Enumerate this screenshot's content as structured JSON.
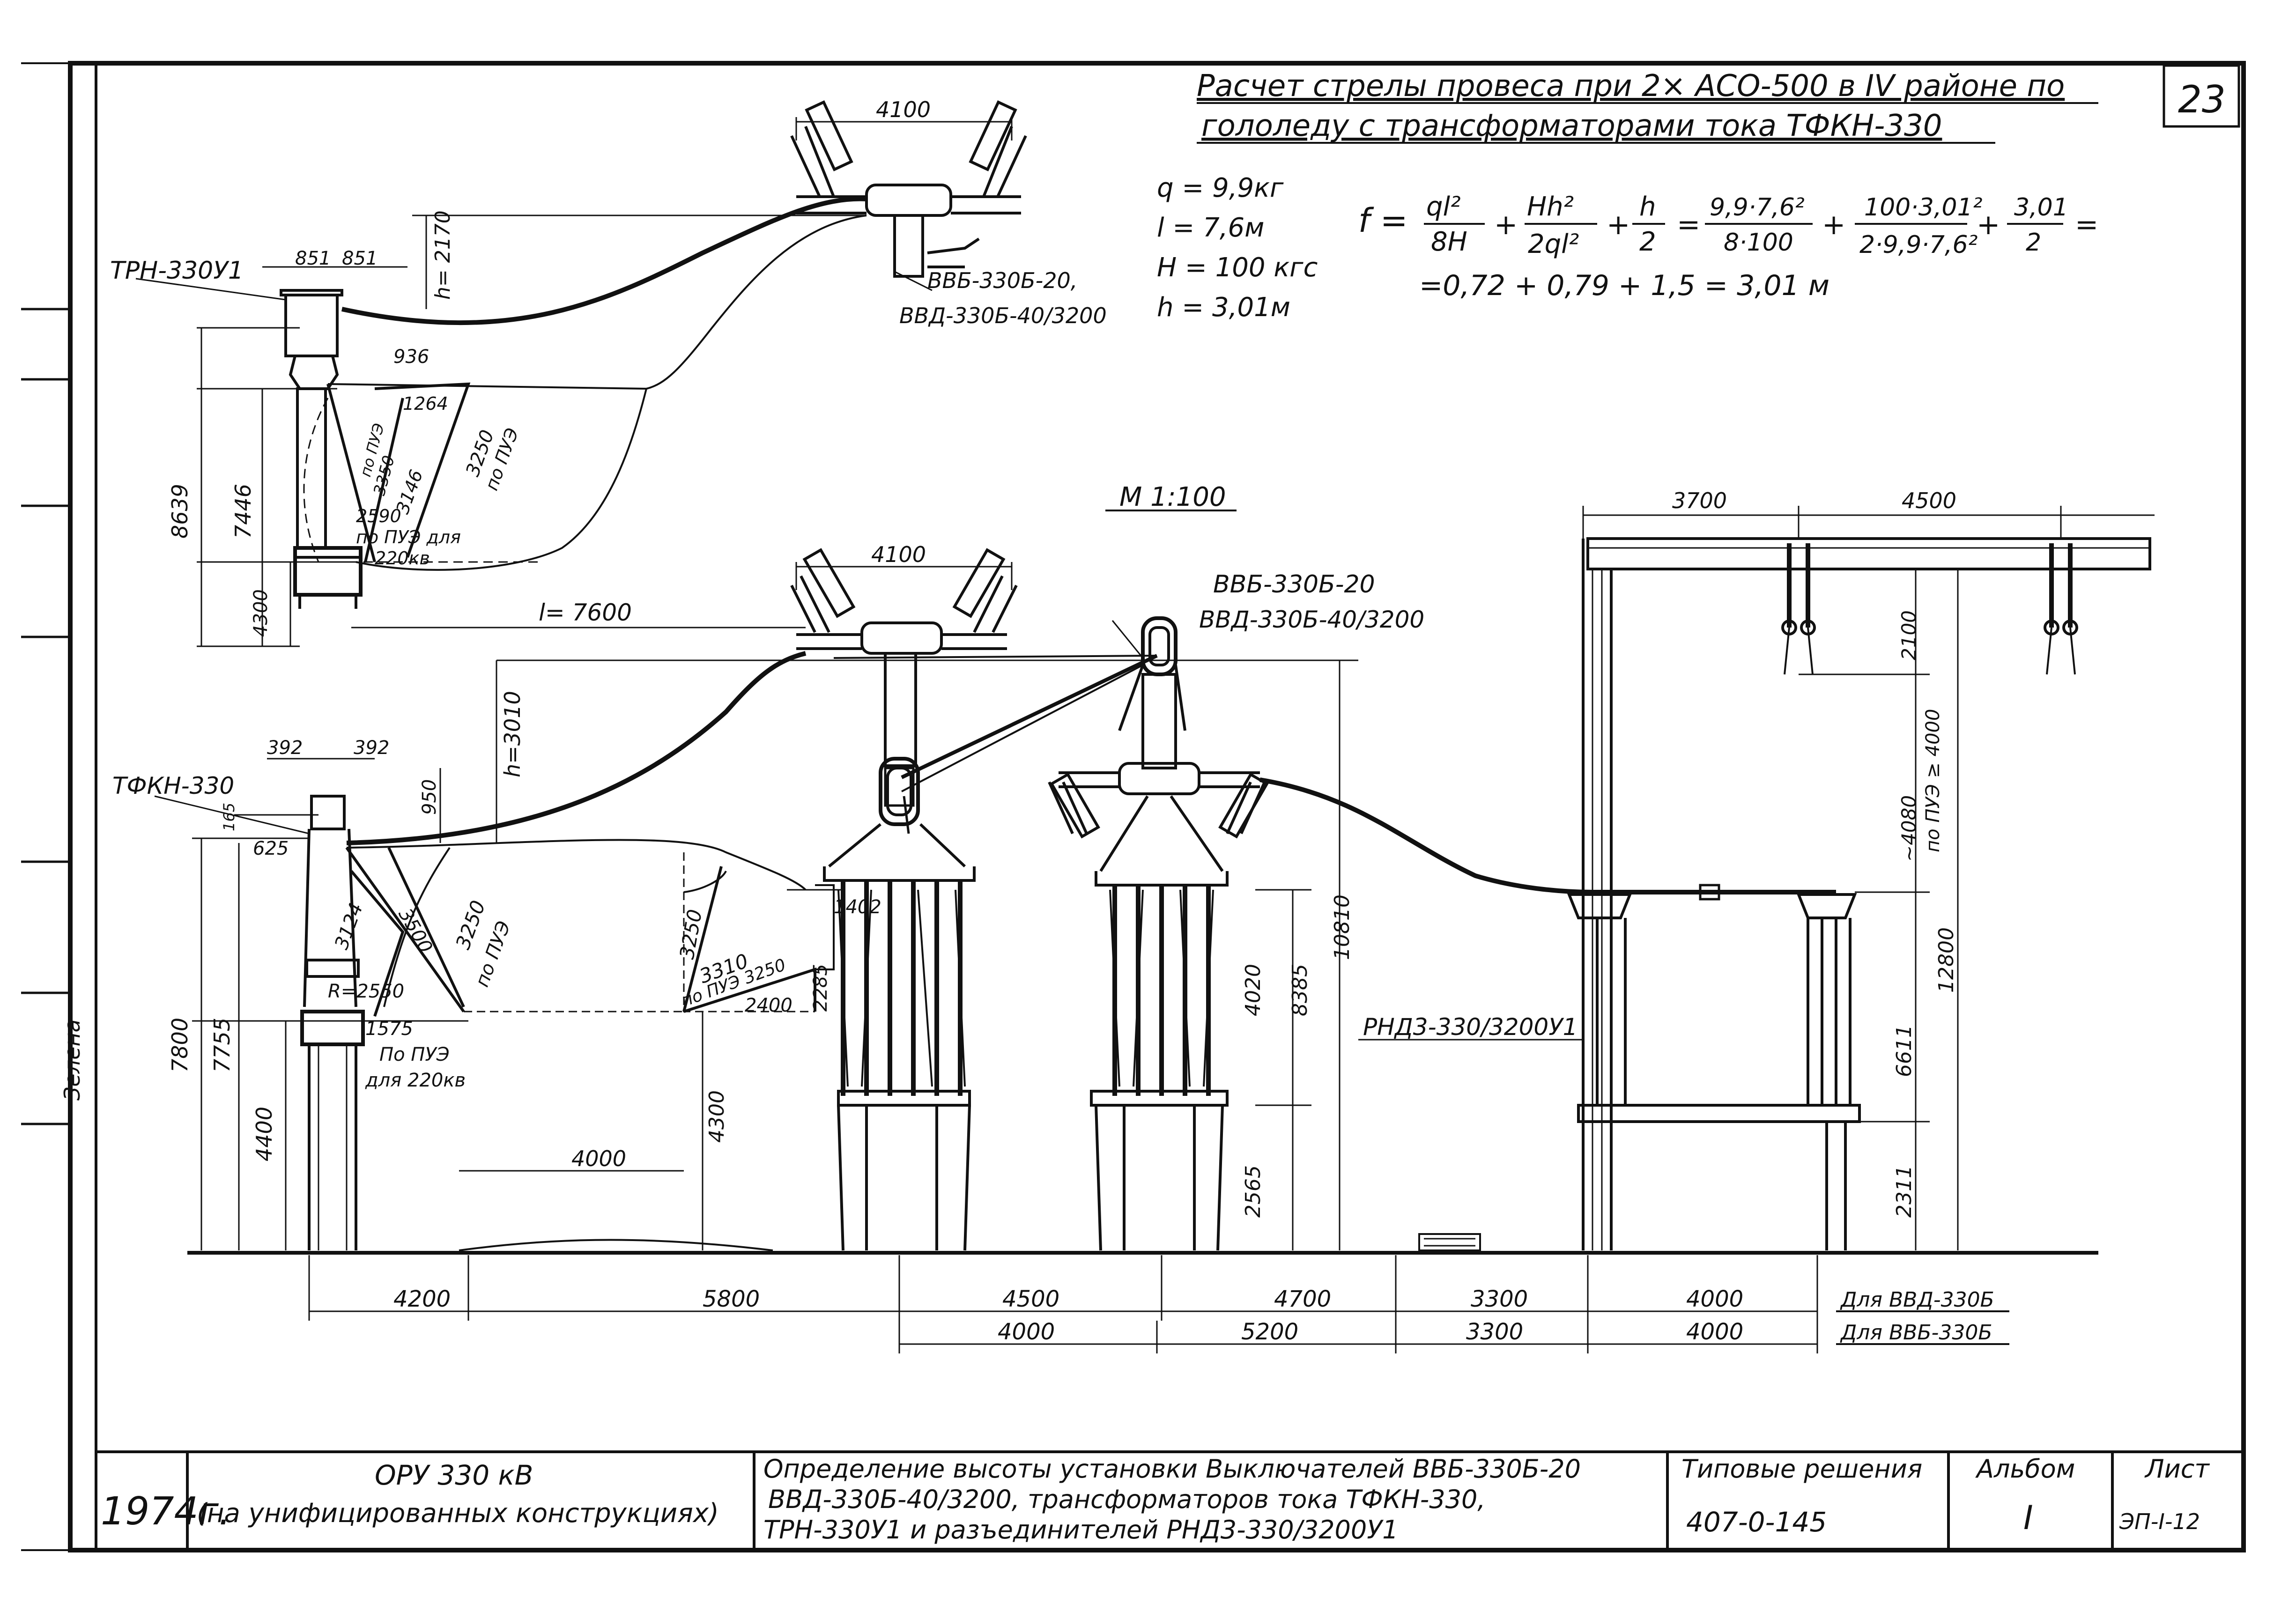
{
  "sheet_number": "23",
  "header": {
    "title_line1": "Расчет стрелы провеса при 2× АСО-500 в IV районе по",
    "title_line2": "гололеду с трансформаторами тока ТФКН-330"
  },
  "calc": {
    "q": "q = 9,9кг",
    "l": "l = 7,6м",
    "H": "H = 100 кгс",
    "h": "h = 3,01м",
    "formula_lhs": "f =",
    "t1_num": "ql²",
    "t1_den": "8H",
    "t2_num": "Hh²",
    "t2_den": "2ql²",
    "t3_num": "h",
    "t3_den": "2",
    "t4_num": "9,9·7,6²",
    "t4_den": "8·100",
    "t5_num": "100·3,01²",
    "t5_den": "2·9,9·7,6²",
    "t6_num": "3,01",
    "t6_den": "2",
    "result": "=0,72 + 0,79 + 1,5 = 3,01 м"
  },
  "scale": "М 1:100",
  "detail_top": {
    "dim_4100": "4100",
    "h_2170": "h= 2170",
    "label_trn": "ТРН-330У1",
    "d_851a": "851",
    "d_851b": "851",
    "breaker_1": "ВВБ-330Б-20,",
    "breaker_2": "ВВД-330Б-40/3200",
    "d_936": "936",
    "d_1264": "1264",
    "d_3146": "3146",
    "d_3250": "3250",
    "d_3350": "3350",
    "po_pue": "по ПУЭ",
    "po_pue_dlya": "по ПУЭ для",
    "d_2590": "2590",
    "kv220": "220кв",
    "d_8639": "8639",
    "d_7446": "7446",
    "d_4300": "4300"
  },
  "main": {
    "l_7600": "l= 7600",
    "h_3010": "h=3010",
    "dim_4100": "4100",
    "breaker_1": "ВВБ-330Б-20",
    "breaker_2": "ВВД-330Б-40/3200",
    "label_tfkn": "ТФКН-330",
    "d_392a": "392",
    "d_392b": "392",
    "d_950": "950",
    "d_165": "165",
    "d_625": "625",
    "d_3124": "3124",
    "d_3500": "3500",
    "d_3250": "3250",
    "po_pue": "по ПУЭ",
    "r_2550": "R=2550",
    "d_1575": "1575",
    "po_pue_2": "По ПУЭ",
    "dlya_220": "для 220кв",
    "d_7800": "7800",
    "d_7755": "7755",
    "d_4400": "4400",
    "d_4000": "4000",
    "d_4300": "4300",
    "d_3250b": "3250",
    "d_3310": "3310",
    "po_pue_3250": "по ПУЭ 3250",
    "d_2400": "2400",
    "d_2285": "2285",
    "d_1402": "1402",
    "d_4020": "4020",
    "d_8385": "8385",
    "d_10810": "10810",
    "d_2565": "2565",
    "top_3700": "3700",
    "top_4500": "4500",
    "d_2100": "2100",
    "d_4080": "~4080",
    "po_pue_4000": "по ПУЭ ≥ 4000",
    "d_12800": "12800",
    "d_6611": "6611",
    "d_2311": "2311",
    "label_rnd": "РНД3-330/3200У1"
  },
  "bottom_dims": {
    "row1": [
      "4200",
      "5800",
      "4500",
      "4700",
      "3300",
      "4000"
    ],
    "row1_note": "Для ВВД-330Б",
    "row2": [
      "4000",
      "5200",
      "3300",
      "4000"
    ],
    "row2_note": "Для ВВБ-330Б"
  },
  "title_block": {
    "year": "1974г.",
    "project_1": "ОРУ 330 кВ",
    "project_2": "(на унифицированных конструкциях)",
    "desc_1": "Определение высоты установки Выключателей ВВБ-330Б-20",
    "desc_2": "ВВД-330Б-40/3200, трансформаторов тока ТФКН-330,",
    "desc_3": "ТРН-330У1 и разъединителей РНД3-330/3200У1",
    "typical": "Типовые решения",
    "code": "407-0-145",
    "album_label": "Альбом",
    "album_value": "I",
    "sheet_label": "Лист",
    "sheet_value": "ЭП-I-12"
  },
  "margin_text": "Зелена"
}
